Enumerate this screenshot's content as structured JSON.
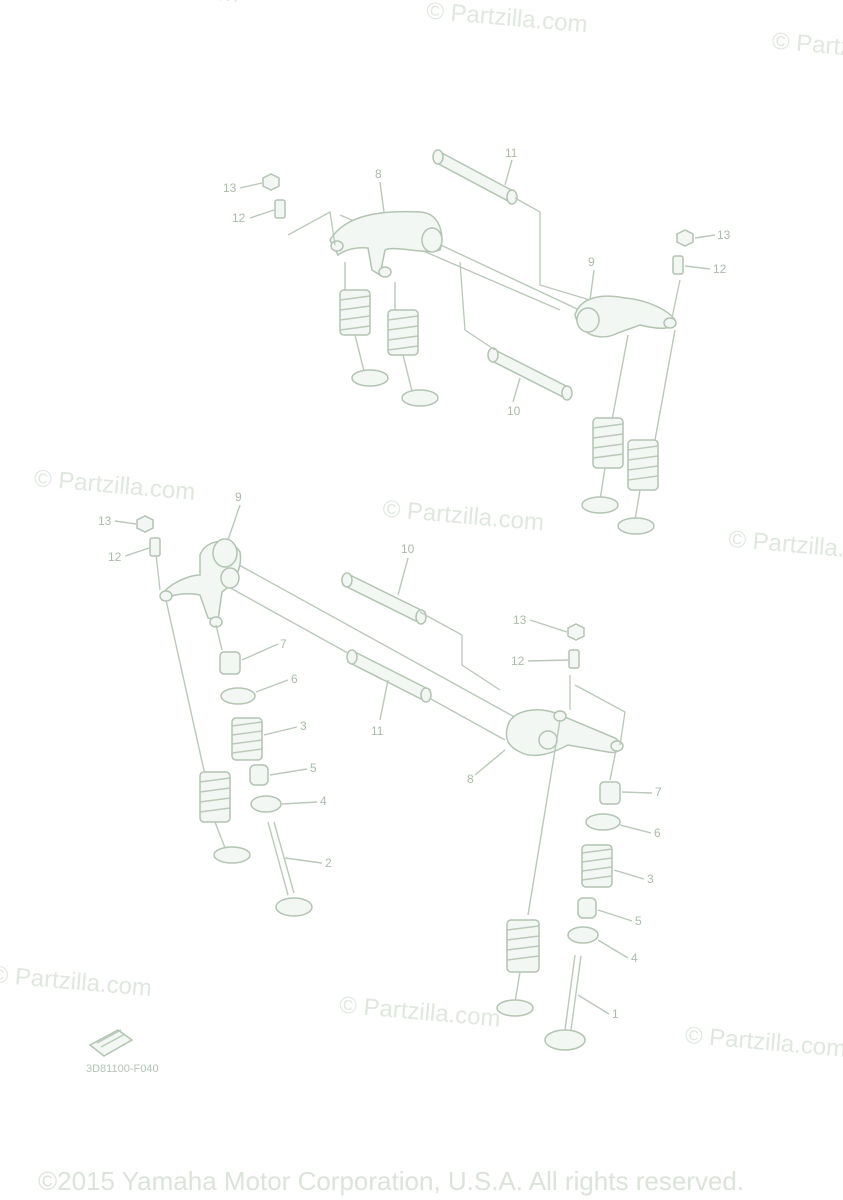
{
  "watermark": "© Partzilla.com",
  "diagram_code": "3D81100-F040",
  "copyright": "©2015 Yamaha Motor Corporation, U.S.A. All rights reserved.",
  "callouts": {
    "c1": "1",
    "c2": "2",
    "c3": "3",
    "c4": "4",
    "c5": "5",
    "c6": "6",
    "c7": "7",
    "c8": "8",
    "c9": "9",
    "c10": "10",
    "c11": "11",
    "c12": "12",
    "c13": "13"
  }
}
